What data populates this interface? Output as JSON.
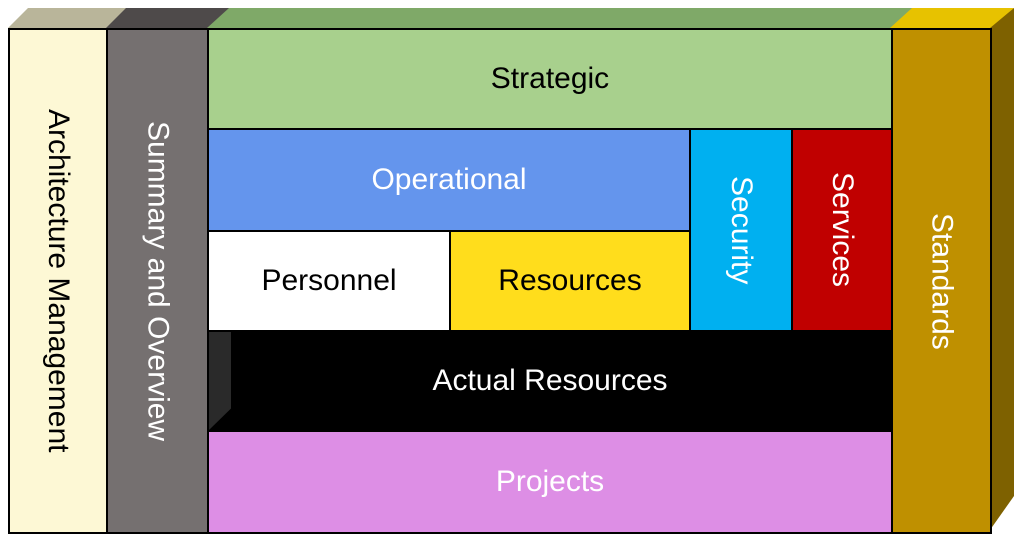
{
  "blocks": {
    "architecture_management": {
      "label": "Architecture Management",
      "color": "#FDF8D5"
    },
    "summary_overview": {
      "label": "Summary and Overview",
      "color": "#757070"
    },
    "strategic": {
      "label": "Strategic",
      "color": "#A8D08D"
    },
    "operational": {
      "label": "Operational",
      "color": "#6495ED"
    },
    "personnel": {
      "label": "Personnel",
      "color": "#FFFFFF"
    },
    "resources": {
      "label": "Resources",
      "color": "#FFDD1C"
    },
    "security": {
      "label": "Security",
      "color": "#00B0F0"
    },
    "services": {
      "label": "Services",
      "color": "#C00000"
    },
    "actual_resources": {
      "label": "Actual Resources",
      "color": "#000000"
    },
    "projects": {
      "label": "Projects",
      "color": "#DD8EE5"
    },
    "standards": {
      "label": "Standards",
      "color": "#BF9000"
    }
  }
}
